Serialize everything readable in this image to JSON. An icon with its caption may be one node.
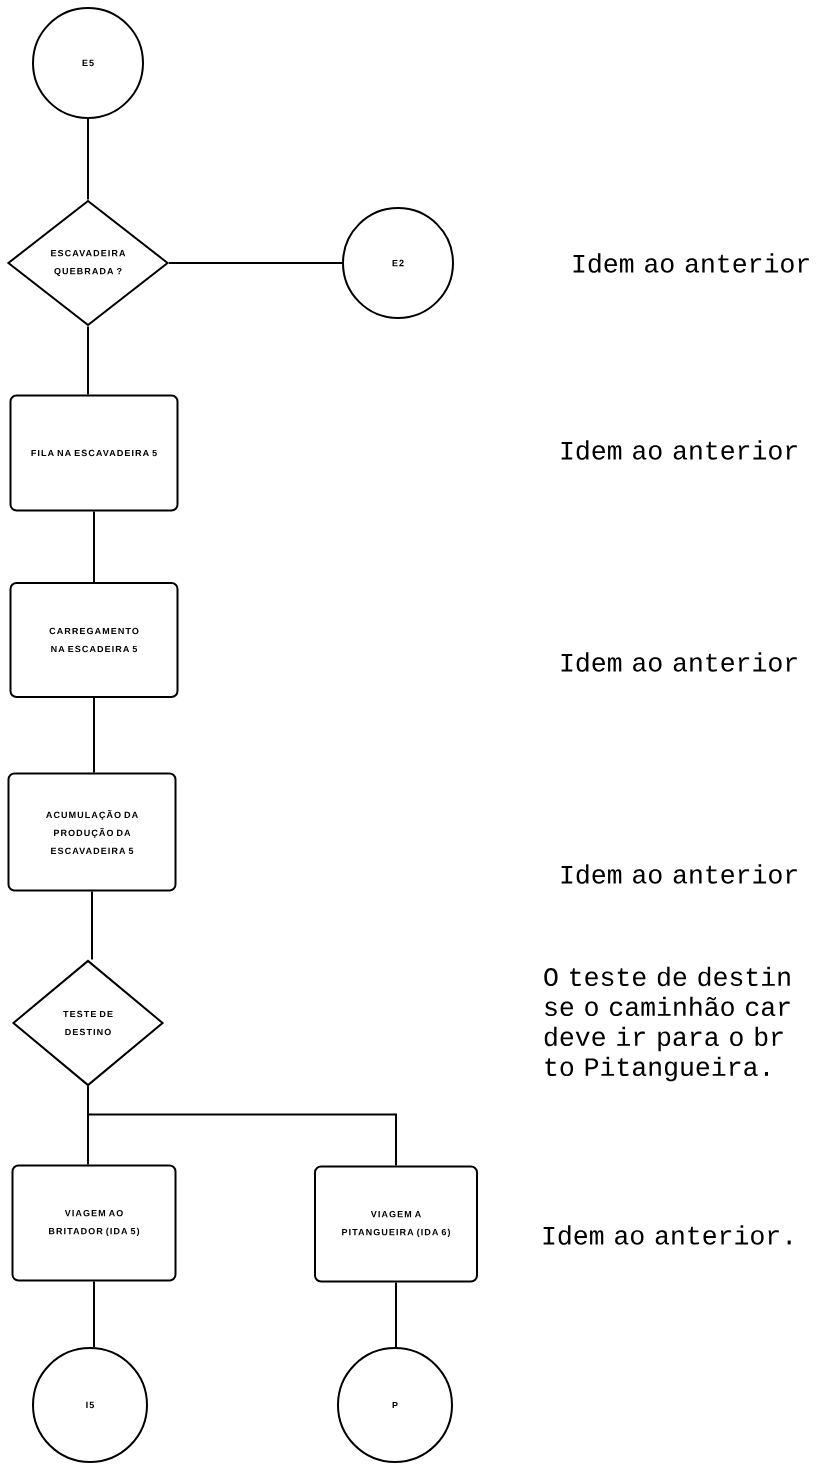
{
  "diagram": {
    "nodes": [
      {
        "text": [
          "E5"
        ]
      },
      {
        "text": [
          "ESCAVADEIRA QUEBRADA ?"
        ]
      },
      {
        "text": [
          "E2"
        ]
      },
      {
        "text": [
          "FILA NA ESCAVADEIRA 5"
        ]
      },
      {
        "text": [
          "CARREGAMENTO NA ESCADEIRA 5"
        ]
      },
      {
        "text": [
          "ACUMULAÇÃO DA PRODUÇÃO DA ESCAVADEIRA 5"
        ]
      },
      {
        "text": [
          "TESTE DE DESTINO"
        ]
      },
      {
        "text": [
          "VIAGEM AO BRITADOR (IDA 5)"
        ]
      },
      {
        "text": [
          "VIAGEM A PITANGUEIRA (IDA 6)"
        ]
      },
      {
        "text": [
          "I5"
        ]
      },
      {
        "text": [
          "P"
        ]
      }
    ],
    "edges": [
      {
        "from": 0,
        "to": 1,
        "arrow": "none"
      },
      {
        "from": 1,
        "to": 2,
        "arrow": "none"
      },
      {
        "from": 1,
        "to": 3,
        "arrow": "none"
      },
      {
        "from": 3,
        "to": 4,
        "arrow": "none"
      },
      {
        "from": 4,
        "to": 5,
        "arrow": "none"
      },
      {
        "from": 5,
        "to": 6,
        "arrow": "none"
      },
      {
        "from": 6,
        "to": 7,
        "arrow": "none"
      },
      {
        "from": 6,
        "to": 8,
        "arrow": "none"
      },
      {
        "from": 7,
        "to": 9,
        "arrow": "none"
      },
      {
        "from": 8,
        "to": 10,
        "arrow": "none"
      }
    ],
    "labels": [
      "Idem ao anterior",
      "Idem ao anterior",
      "Idem ao anterior",
      "Idem ao anterior",
      "O teste de destin se o caminhão car deve ir para o br to Pitangueira.",
      "Idem ao anterior."
    ]
  }
}
